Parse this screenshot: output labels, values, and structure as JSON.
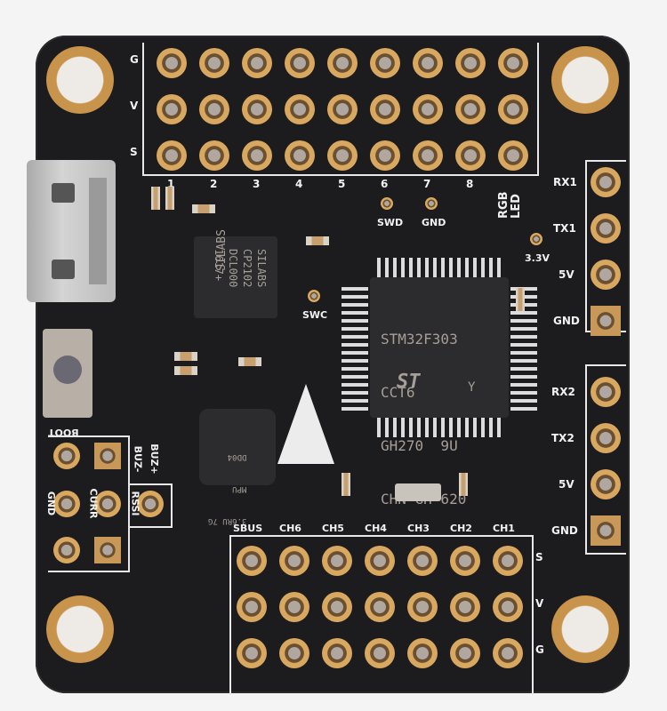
{
  "image": {
    "subject": "Flight controller PCB (top view)",
    "board_color": "#1c1c1e",
    "pad_color": "#c8944c"
  },
  "top_header": {
    "row_labels": [
      "G",
      "V",
      "S"
    ],
    "channels": [
      "1",
      "2",
      "3",
      "4",
      "5",
      "6",
      "7",
      "8"
    ],
    "extra": "RGB LED"
  },
  "pads": {
    "swd": "SWD",
    "gnd": "GND",
    "swc": "SWC",
    "v33": "3.3V"
  },
  "mcu": {
    "lines": [
      "STM32F303",
      "CCT6",
      "GH270  9U",
      "CHN GH 620"
    ],
    "logo": "ST",
    "suffix": "Y"
  },
  "usb_chip": {
    "lines": [
      "SILABS",
      "CP2102",
      "DCL000",
      "1617+"
    ]
  },
  "gyro_chip": {
    "lines": [
      "3.6RU 7G",
      "MPU",
      "DD04"
    ]
  },
  "uart_right": {
    "group1": [
      "RX1",
      "TX1",
      "5V",
      "GND"
    ],
    "group2": [
      "RX2",
      "TX2",
      "5V",
      "GND"
    ]
  },
  "bottom_header": {
    "channels": [
      "SBUS",
      "CH6",
      "CH5",
      "CH4",
      "CH3",
      "CH2",
      "CH1"
    ],
    "row_labels": [
      "S",
      "V",
      "G"
    ]
  },
  "left_pads": {
    "boot": "BOOT",
    "buzzer": [
      "BUZ-",
      "BUZ+"
    ],
    "rssi": "RSSI",
    "current": "CURR",
    "gnd": "GND"
  }
}
